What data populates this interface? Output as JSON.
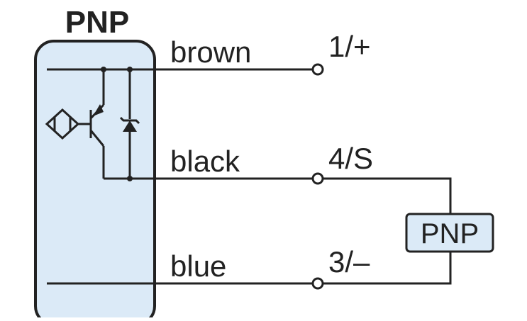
{
  "diagram": {
    "title": "PNP",
    "wires": [
      {
        "color_name": "brown",
        "terminal": "1/+"
      },
      {
        "color_name": "black",
        "terminal": "4/S"
      },
      {
        "color_name": "blue",
        "terminal": "3/–"
      }
    ],
    "load": {
      "label": "PNP"
    },
    "colors": {
      "stroke": "#222222",
      "sensor_fill": "#dbeaf7",
      "load_fill": "#dbeaf7",
      "background": "#ffffff"
    },
    "icons": [
      "inductive-sensor-icon",
      "transistor-icon",
      "zener-diode-icon",
      "terminal-icon"
    ]
  }
}
